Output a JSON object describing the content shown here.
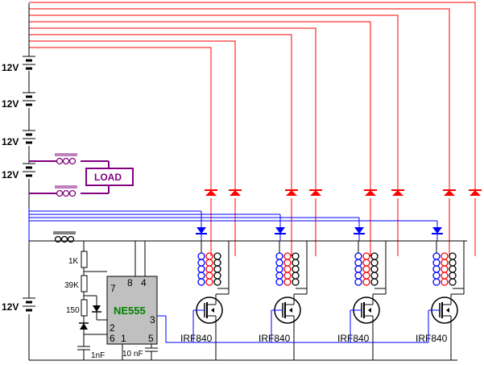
{
  "labels": {
    "battery": "12V",
    "load": "LOAD",
    "ic": "NE555",
    "r1": "1K",
    "r2": "39K",
    "r3": "150",
    "c1": "1nF",
    "c2": "10 nF",
    "mosfet": "IRF840",
    "pin7": "7",
    "pin8": "8",
    "pin4": "4",
    "pin3": "3",
    "pin2": "2",
    "pin6": "6",
    "pin1": "1",
    "pin5": "5"
  },
  "colors": {
    "ground": "#000000",
    "positive": "#ff0000",
    "signal": "#0000ff",
    "load": "#800080",
    "ic_body": "#c0c0c0",
    "ic_label": "#008000"
  }
}
